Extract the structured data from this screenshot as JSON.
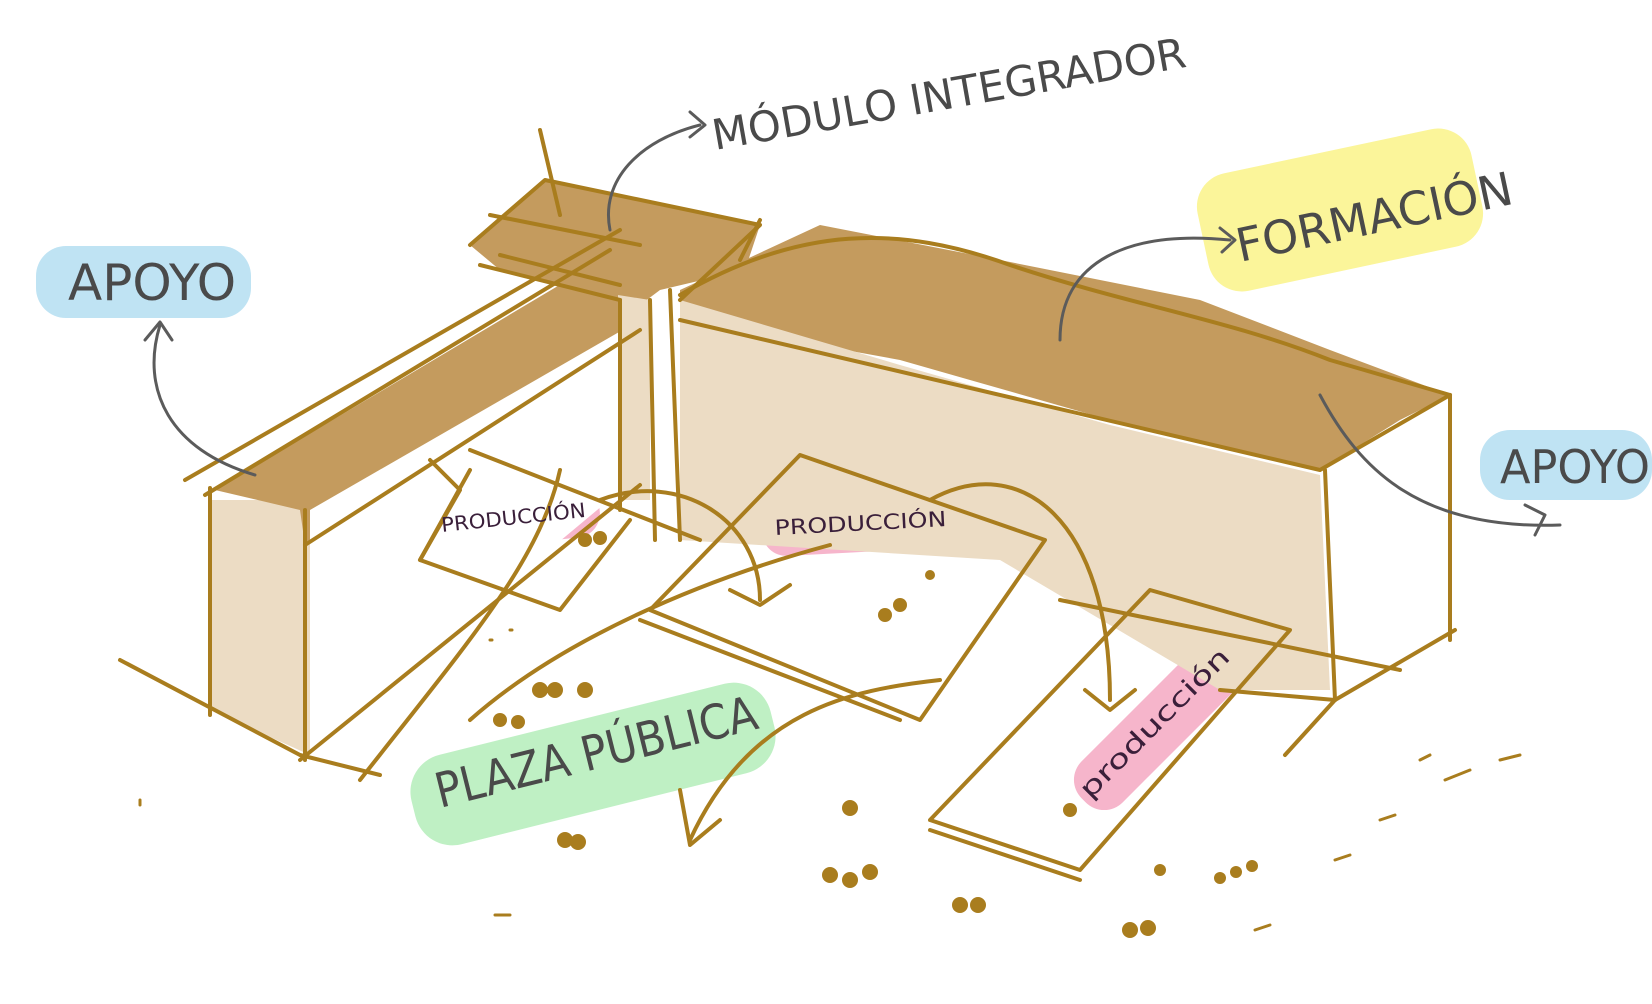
{
  "labels": {
    "modulo_integrador": "MÓDULO INTEGRADOR",
    "formacion": "FORMACIÓN",
    "apoyo_left": "APOYO",
    "apoyo_right": "APOYO",
    "produccion_1": "PRODUCCIÓN",
    "produccion_2": "PRODUCCIÓN",
    "produccion_3": "producción",
    "plaza_publica": "PLAZA PÚBLICA"
  },
  "colors": {
    "ink": "#a97d1e",
    "roof": "#c49b5e",
    "wall": "#ecdcc4",
    "highlight_blue": "#bfe3f3",
    "highlight_yellow": "#fbf59a",
    "highlight_pink": "#f6b5cb",
    "highlight_green": "#bff0c4",
    "arrow": "#5b5b5b"
  }
}
